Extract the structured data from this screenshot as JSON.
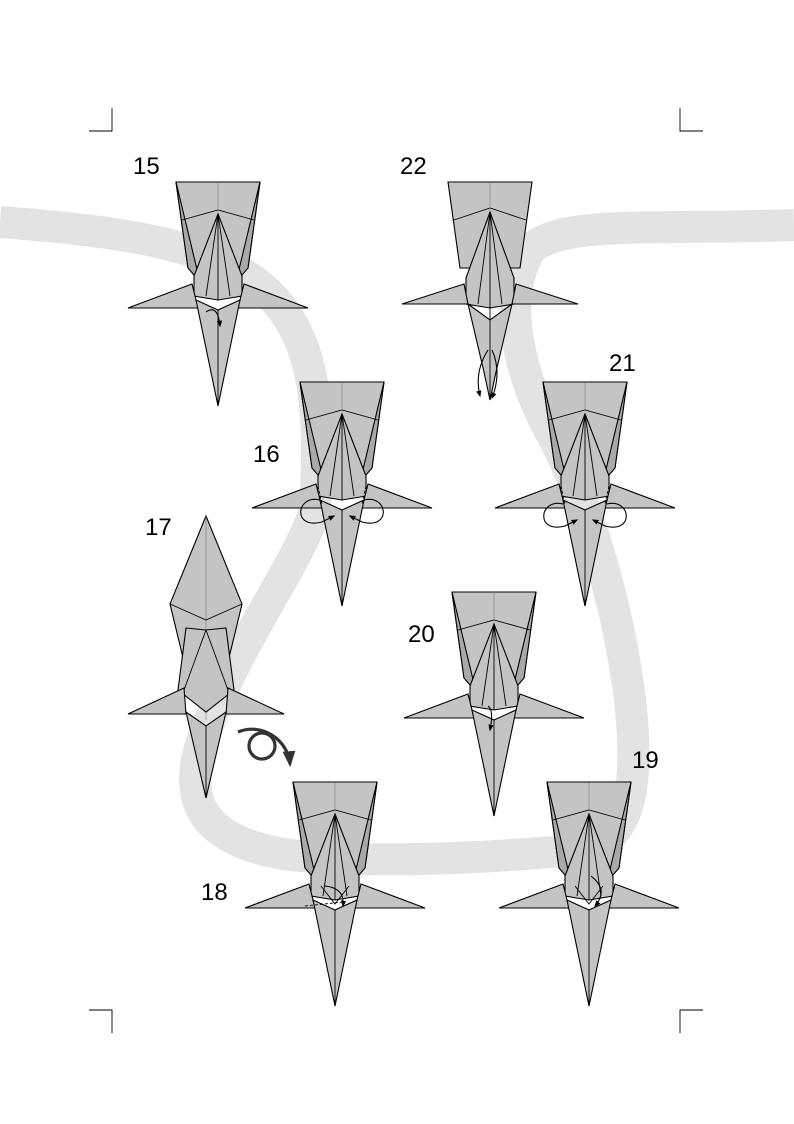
{
  "diagram": {
    "steps": [
      {
        "id": "15",
        "label": "15"
      },
      {
        "id": "16",
        "label": "16"
      },
      {
        "id": "17",
        "label": "17"
      },
      {
        "id": "18",
        "label": "18"
      },
      {
        "id": "19",
        "label": "19"
      },
      {
        "id": "20",
        "label": "20"
      },
      {
        "id": "21",
        "label": "21"
      },
      {
        "id": "22",
        "label": "22"
      }
    ],
    "icons": {
      "fold_arrow": "fold-arrow-icon",
      "turn_over": "turn-over-icon",
      "reverse_fold": "reverse-fold-icon"
    },
    "colors": {
      "paper": "#c4c4c4",
      "paper_dark": "#a9a9a9",
      "flow_path": "#e3e3e3",
      "line": "#000000"
    }
  }
}
